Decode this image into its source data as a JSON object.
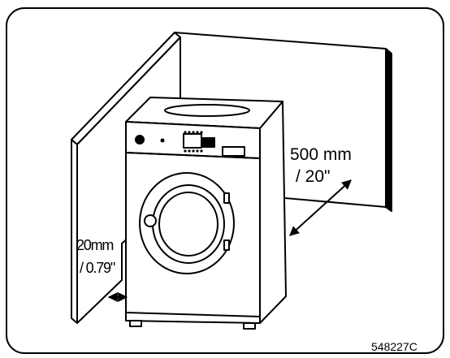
{
  "labels": {
    "back_clearance_mm": "500 mm",
    "back_clearance_in": "/ 20\"",
    "side_clearance_mm": "20mm",
    "side_clearance_in": "/ 0.79\"",
    "figure_ref": "548227C"
  },
  "colors": {
    "line": "#000000",
    "fill": "#ffffff"
  }
}
